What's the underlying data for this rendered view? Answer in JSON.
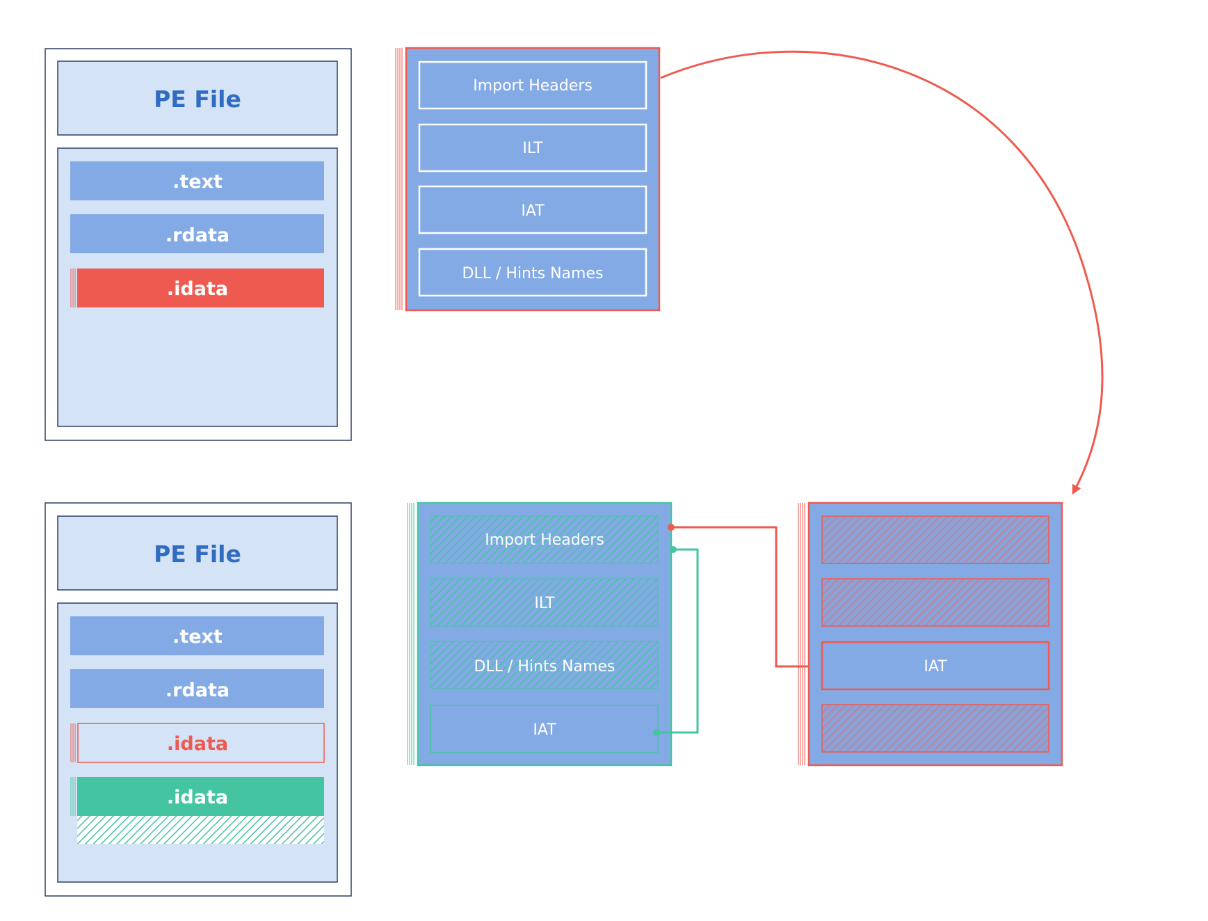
{
  "pe_file_top": {
    "title": "PE File",
    "sections": [
      ".text",
      ".rdata",
      ".idata"
    ]
  },
  "pe_file_bottom": {
    "title": "PE File",
    "sections": [
      ".text",
      ".rdata",
      ".idata",
      ".idata"
    ]
  },
  "idata_original": {
    "rows": [
      "Import Headers",
      "ILT",
      "IAT",
      "DLL / Hints Names"
    ]
  },
  "idata_new": {
    "rows": [
      "Import Headers",
      "ILT",
      "DLL / Hints Names",
      "IAT"
    ]
  },
  "idata_old_remaining": {
    "rows": [
      "IAT"
    ]
  },
  "colors": {
    "pe_outer_bg": "#d4e3f5",
    "pe_border": "#2c3e66",
    "pe_title": "#2f6cc2",
    "section_blue": "#84aae6",
    "accent_red": "#ef5a50",
    "accent_green": "#44c4a1",
    "white": "#ffffff"
  }
}
